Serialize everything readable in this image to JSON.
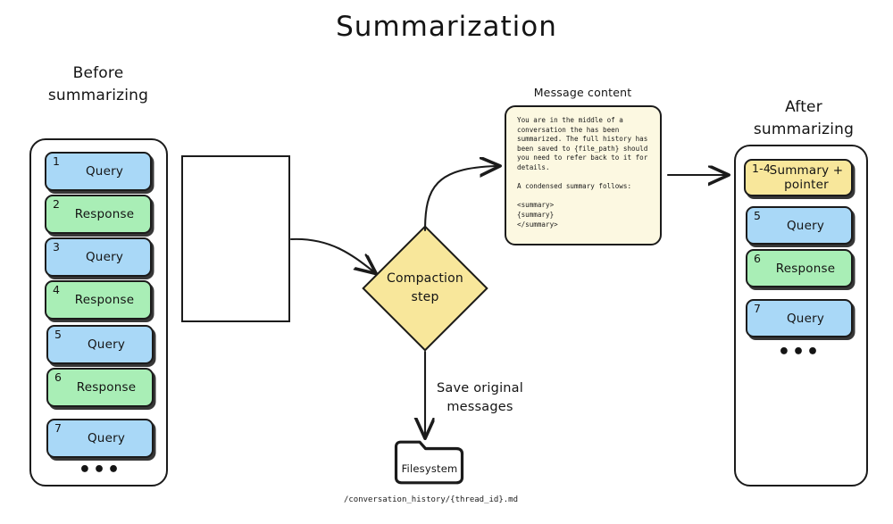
{
  "title": "Summarization",
  "colors": {
    "query": "#a9d8f7",
    "response": "#a9eeb6",
    "summary": "#f8e79b",
    "note_bg": "#fcf8e1",
    "stroke": "#1b1b1b",
    "background": "#ffffff"
  },
  "before": {
    "caption": "Before\nsummarizing",
    "ellipsis": "•••",
    "items": [
      {
        "num": "1",
        "label": "Query",
        "kind": "query"
      },
      {
        "num": "2",
        "label": "Response",
        "kind": "response"
      },
      {
        "num": "3",
        "label": "Query",
        "kind": "query"
      },
      {
        "num": "4",
        "label": "Response",
        "kind": "response"
      },
      {
        "num": "5",
        "label": "Query",
        "kind": "query"
      },
      {
        "num": "6",
        "label": "Response",
        "kind": "response"
      },
      {
        "num": "7",
        "label": "Query",
        "kind": "query"
      }
    ]
  },
  "after": {
    "caption": "After\nsummarizing",
    "ellipsis": "•••",
    "items": [
      {
        "num": "1-4",
        "label": "Summary +\npointer",
        "kind": "summary"
      },
      {
        "num": "5",
        "label": "Query",
        "kind": "query"
      },
      {
        "num": "6",
        "label": "Response",
        "kind": "response"
      },
      {
        "num": "7",
        "label": "Query",
        "kind": "query"
      }
    ]
  },
  "process": {
    "diamond_label": "Compaction\nstep",
    "save_label": "Save original\nmessages",
    "folder_label": "Filesystem",
    "file_path": "/conversation_history/{thread_id}.md"
  },
  "message_content": {
    "caption": "Message content",
    "body": "You are in the middle of a\nconversation the has been\nsummarized. The full history has\nbeen saved to {file_path} should\nyou need to refer back to it for\ndetails.\n\nA condensed summary follows:\n\n<summary>\n{summary}\n</summary>"
  }
}
